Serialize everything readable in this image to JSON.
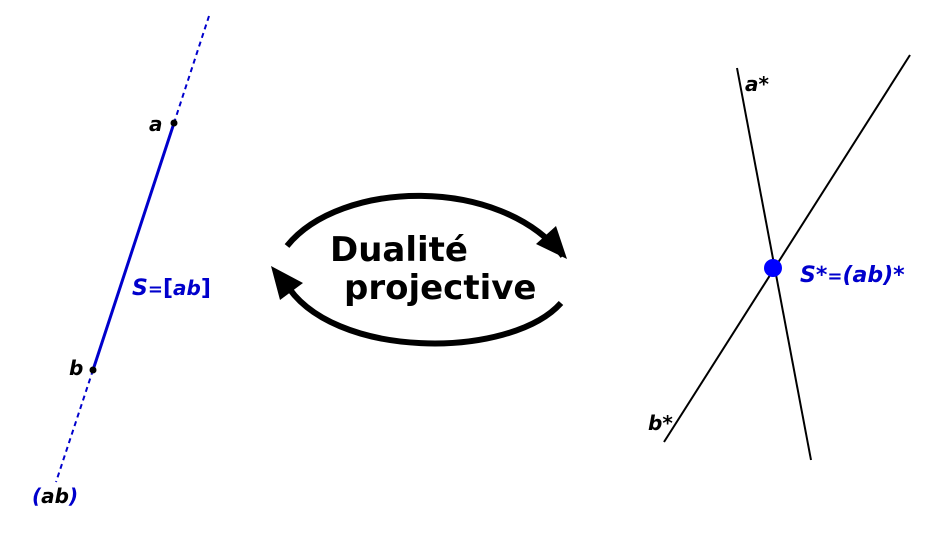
{
  "left": {
    "point_a": "a",
    "point_b": "b",
    "segment_label": {
      "S": "S",
      "eq": "=",
      "open": "[",
      "ab": "ab",
      "close": "]"
    },
    "line_label": {
      "open": "(",
      "ab": "ab",
      "close": ")"
    }
  },
  "center": {
    "line1": "Dualité",
    "line2": "projective"
  },
  "right": {
    "line_a": "a*",
    "line_b": "b*",
    "point_label": {
      "S": "S*",
      "eq": "=",
      "rest": "(ab)*"
    }
  },
  "colors": {
    "segment": "#0000cc",
    "text_blue": "#0000cc",
    "point": "#0000ff",
    "line": "#000000"
  }
}
